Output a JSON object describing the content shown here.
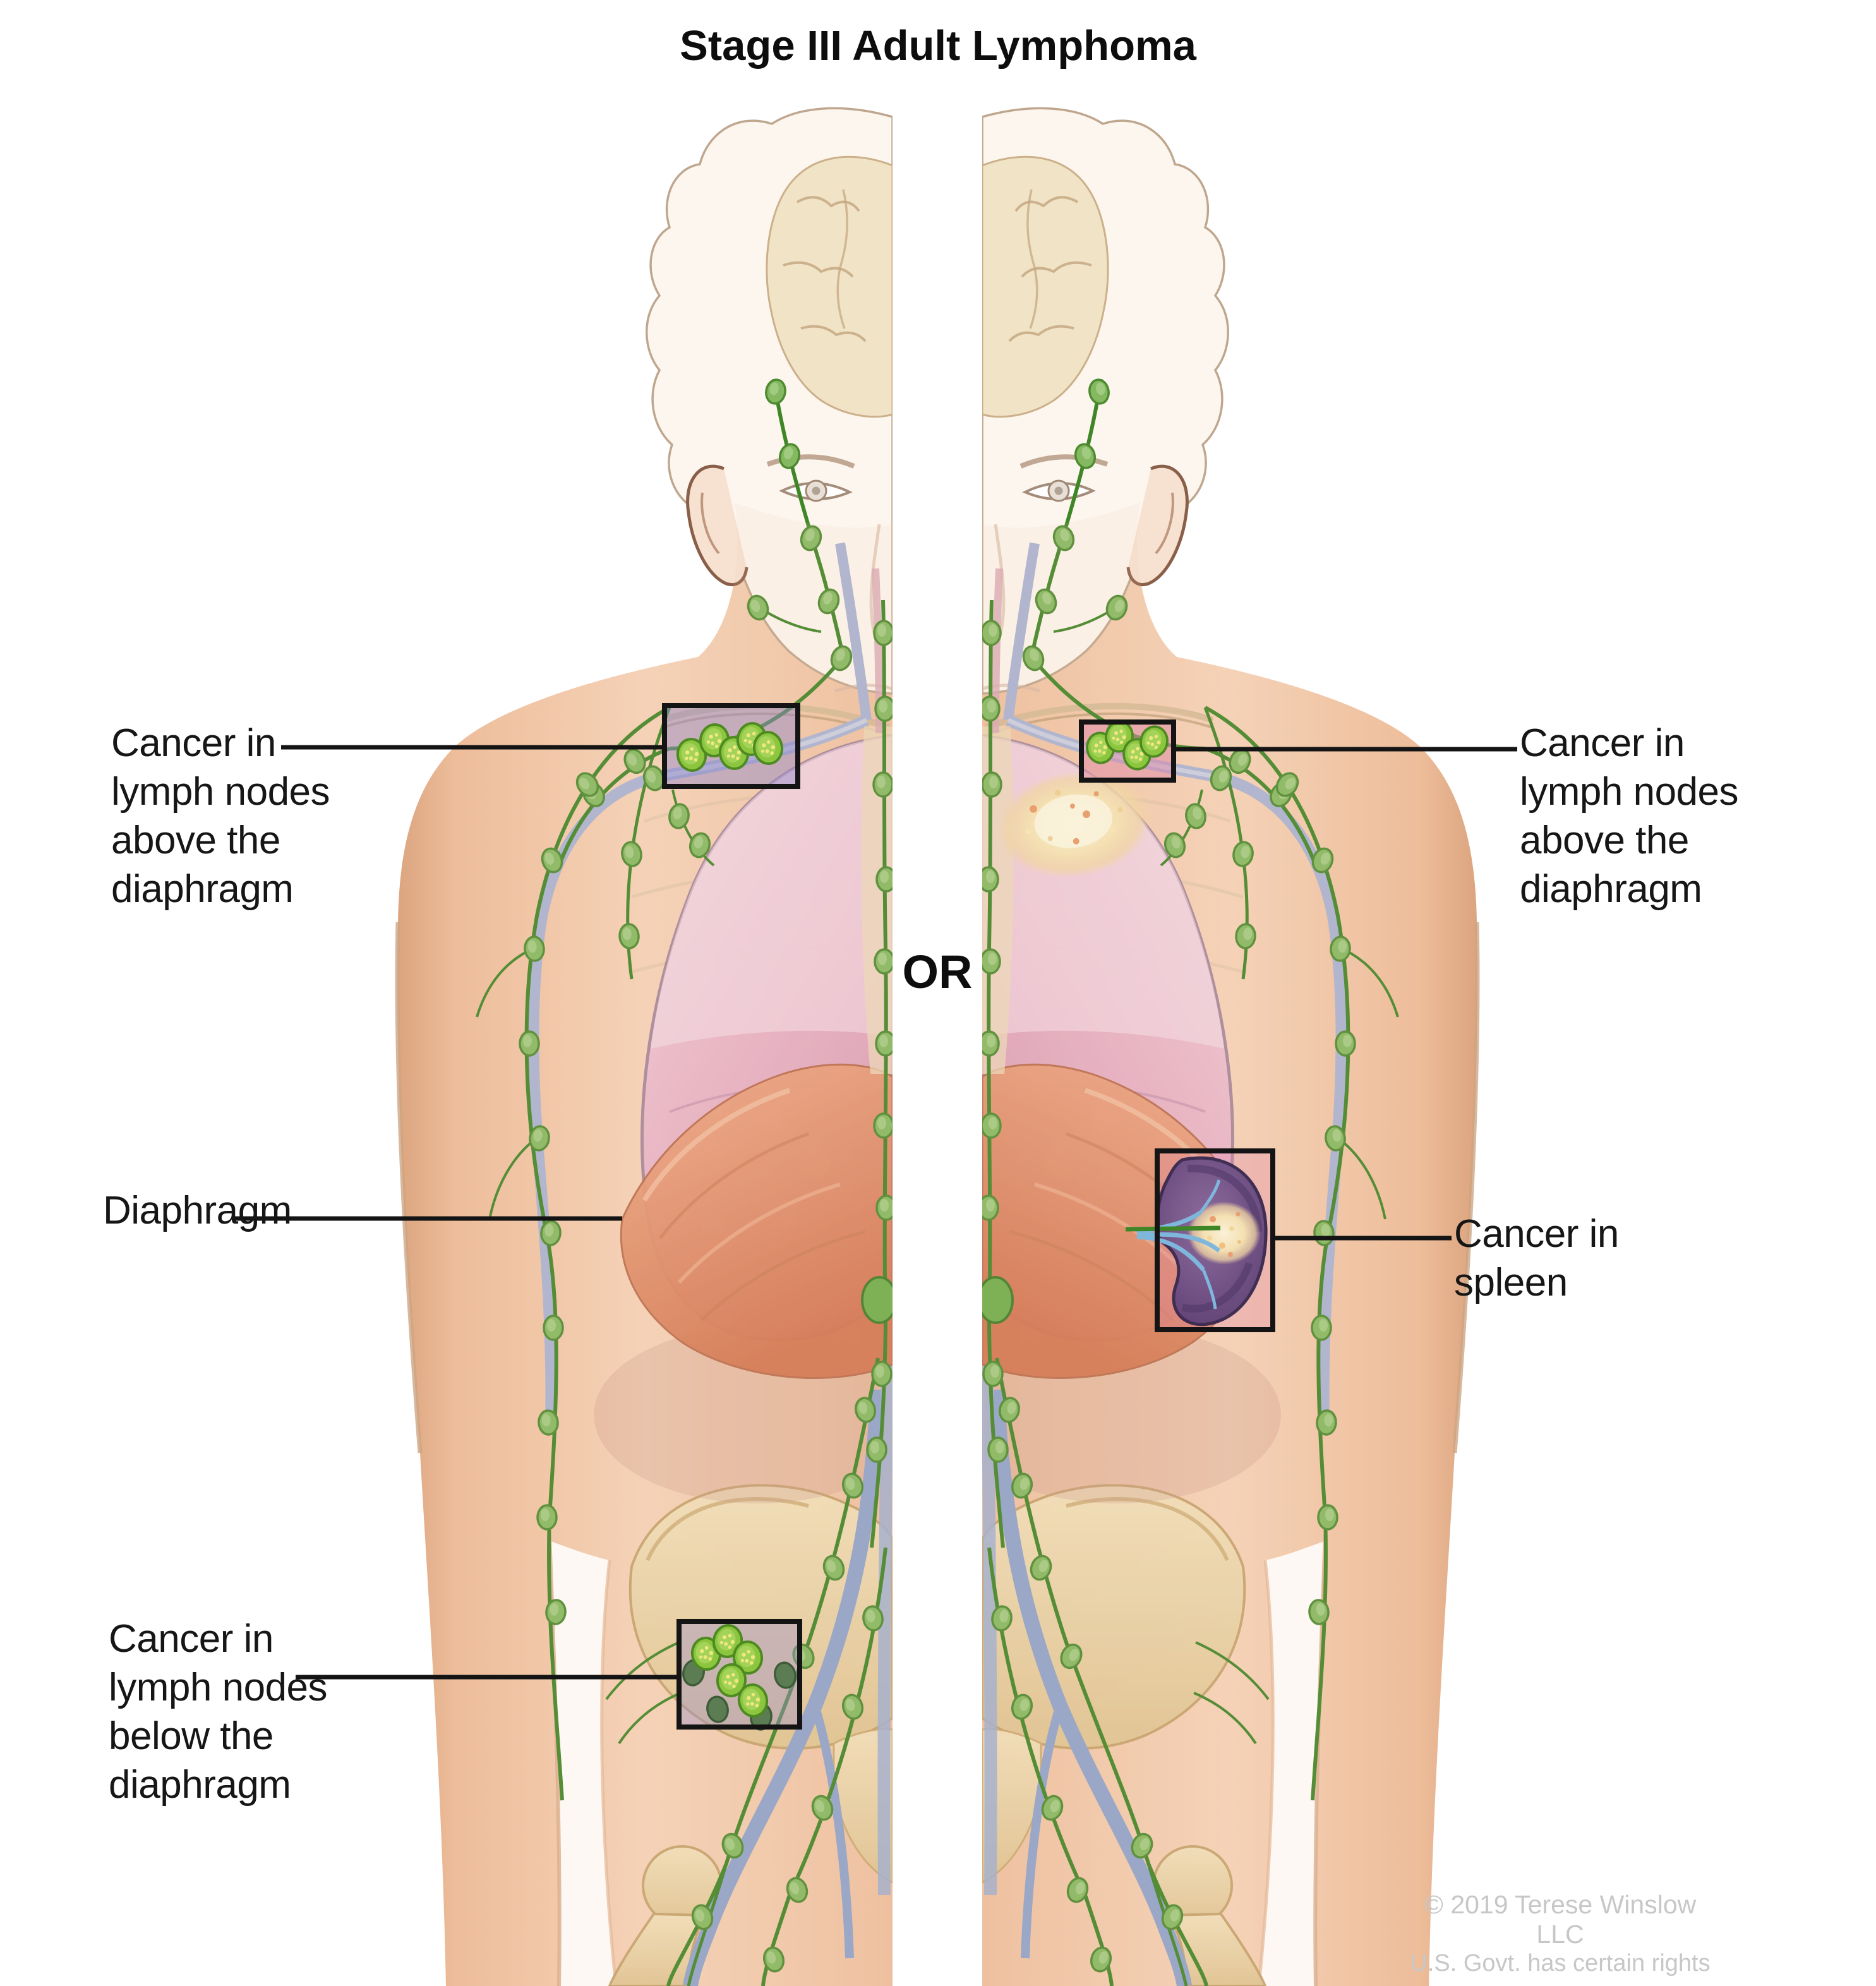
{
  "title": "Stage III Adult Lymphoma",
  "or_separator": "OR",
  "labels": {
    "above_left": "Cancer in\nlymph nodes\nabove the\ndiaphragm",
    "diaphragm": "Diaphragm",
    "below_left": "Cancer in\nlymph nodes\nbelow the\ndiaphragm",
    "above_right": "Cancer in\nlymph nodes\nabove the\ndiaphragm",
    "spleen": "Cancer in\nspleen"
  },
  "copyright": {
    "line1": "© 2019 Terese Winslow LLC",
    "line2": "U.S. Govt. has certain rights"
  },
  "colors": {
    "skin": "#f3cbae",
    "lung_pink": "#e3a8c4",
    "diaphragm_coral": "#dd8a66",
    "lymph_vessel_green": "#3f8627",
    "cancer_node_green": "#8cc63f",
    "cancer_speckle_yellow": "#f0e87e",
    "vein_blue": "#a9b4d4",
    "bone_tan": "#e9d5a8",
    "spleen_purple": "#6a4c82",
    "cancer_mass_cream": "#f6e9c8",
    "callout_tint_left": "#8f86c9",
    "callout_tint_right": "#e087a8",
    "leader_line": "#141414",
    "copyright_gray": "#c7c7c7"
  }
}
